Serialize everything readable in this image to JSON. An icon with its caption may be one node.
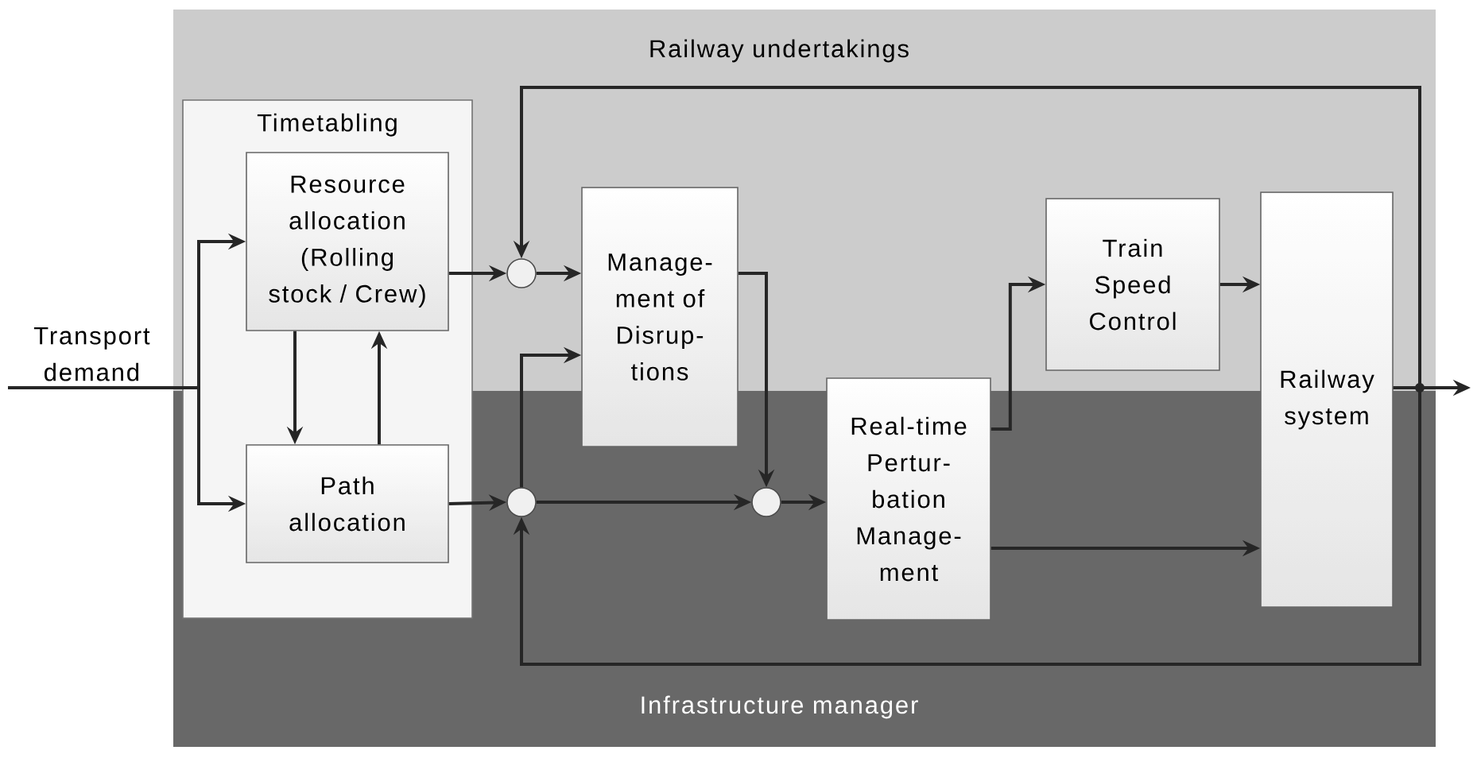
{
  "diagram": {
    "nodes": [
      {
        "text": [
          "Timetabling"
        ]
      },
      {
        "text": [
          "Resource allocation (Rolling stock / Crew)"
        ],
        "in": 0
      },
      {
        "text": [
          "Path allocation"
        ],
        "in": 0
      },
      {
        "text": [
          "Transport demand"
        ]
      },
      {
        "text": [],
        "shape": "circle"
      },
      {
        "text": [
          "Manage- ment of Disrup- tions"
        ]
      },
      {
        "text": [],
        "shape": "circle"
      },
      {
        "text": [],
        "shape": "circle"
      },
      {
        "text": [
          "Real-time Pertur- bation Manage- ment"
        ]
      },
      {
        "text": [
          "Train Speed Control"
        ]
      },
      {
        "text": [
          "Railway system"
        ]
      }
    ],
    "edges": [
      {
        "from": 3,
        "to": 1,
        "arrow": "to"
      },
      {
        "from": 3,
        "to": 2,
        "arrow": "to"
      },
      {
        "from": 1,
        "to": 2,
        "arrow": "to"
      },
      {
        "from": 2,
        "to": 1,
        "arrow": "to"
      },
      {
        "from": 1,
        "to": 4,
        "arrow": "to"
      },
      {
        "from": 4,
        "to": 5,
        "arrow": "to"
      },
      {
        "from": 2,
        "to": 6,
        "arrow": "to"
      },
      {
        "from": 6,
        "to": 5,
        "arrow": "to"
      },
      {
        "from": 6,
        "to": 7,
        "arrow": "to"
      },
      {
        "from": 5,
        "to": 7,
        "arrow": "to"
      },
      {
        "from": 7,
        "to": 8,
        "arrow": "to"
      },
      {
        "from": 8,
        "to": 9,
        "arrow": "to"
      },
      {
        "from": 9,
        "to": 10,
        "arrow": "to"
      },
      {
        "from": 8,
        "to": 10,
        "arrow": "to"
      },
      {
        "from": 10,
        "to": null,
        "arrow": "to"
      },
      {
        "from": 10,
        "to": 4,
        "arrow": "to"
      },
      {
        "from": 10,
        "to": 6,
        "arrow": "to"
      }
    ],
    "labels": [
      "Railway undertakings",
      "Infrastructure manager"
    ]
  }
}
